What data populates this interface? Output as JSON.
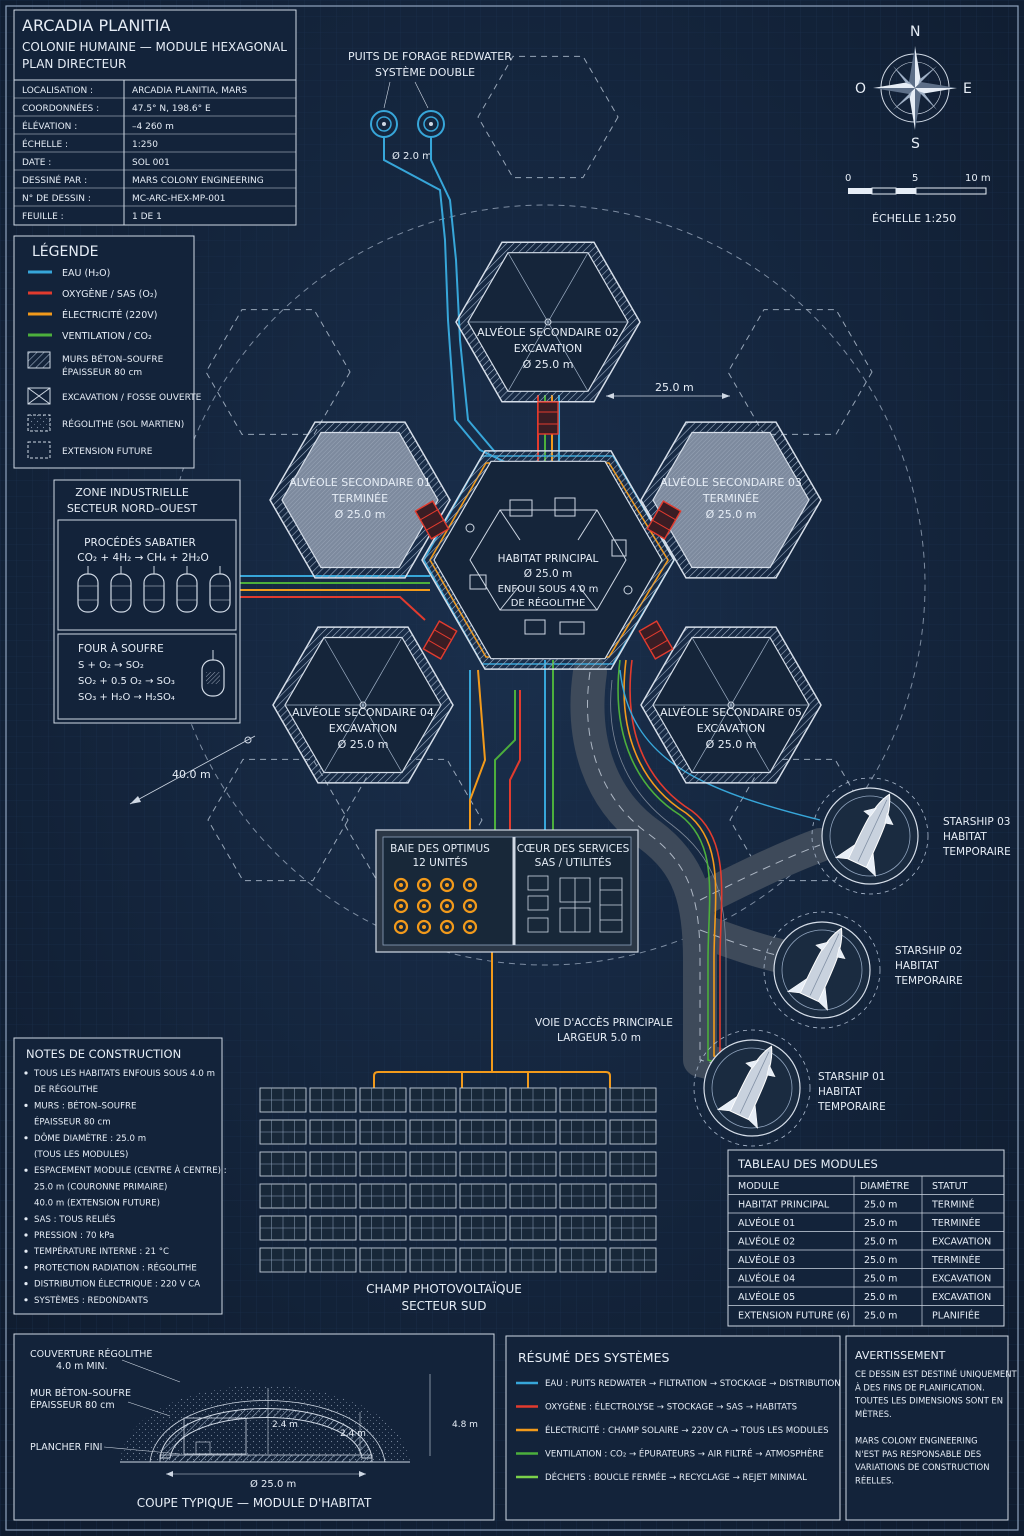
{
  "title_block": {
    "title": "ARCADIA PLANITIA",
    "subtitle1": "COLONIE HUMAINE — MODULE HEXAGONAL",
    "subtitle2": "PLAN DIRECTEUR",
    "rows": [
      {
        "label": "LOCALISATION :",
        "value": "ARCADIA PLANITIA, MARS"
      },
      {
        "label": "COORDONNÉES :",
        "value": "47.5° N, 198.6° E"
      },
      {
        "label": "ÉLÉVATION :",
        "value": "–4 260 m"
      },
      {
        "label": "ÉCHELLE :",
        "value": "1:250"
      },
      {
        "label": "DATE :",
        "value": "SOL 001"
      },
      {
        "label": "DESSINÉ PAR :",
        "value": "MARS COLONY ENGINEERING"
      },
      {
        "label": "N° DE DESSIN :",
        "value": "MC-ARC-HEX-MP-001"
      },
      {
        "label": "FEUILLE :",
        "value": "1 DE 1"
      }
    ]
  },
  "compass": {
    "n": "N",
    "s": "S",
    "e": "E",
    "w": "O"
  },
  "scale_bar": {
    "t0": "0",
    "t1": "5",
    "t2": "10 m",
    "label": "ÉCHELLE 1:250"
  },
  "legend": {
    "title": "LÉGENDE",
    "items": [
      {
        "label": "EAU (H₂O)",
        "color": "#37a6d9"
      },
      {
        "label": "OXYGÈNE / SAS (O₂)",
        "color": "#e23b2e"
      },
      {
        "label": "ÉLECTRICITÉ (220V)",
        "color": "#f29a1b"
      },
      {
        "label": "VENTILATION / CO₂",
        "color": "#4caf3c"
      }
    ],
    "walls1": "MURS BÉTON–SOUFRE",
    "walls2": "ÉPAISSEUR 80 cm",
    "excavation": "EXCAVATION / FOSSE OUVERTE",
    "regolith": "RÉGOLITHE (SOL MARTIEN)",
    "future": "EXTENSION FUTURE"
  },
  "wells": {
    "title1": "PUITS DE FORAGE REDWATER",
    "title2": "SYSTÈME DOUBLE",
    "diam": "Ø 2.0 m"
  },
  "modules": {
    "main": {
      "name": "HABITAT PRINCIPAL",
      "diam": "Ø 25.0 m",
      "l3": "ENFOUI SOUS 4.0 m",
      "l4": "DE RÉGOLITHE"
    },
    "a01": {
      "name": "ALVÉOLE SECONDAIRE 01",
      "status": "TERMINÉE",
      "diam": "Ø 25.0 m"
    },
    "a02": {
      "name": "ALVÉOLE SECONDAIRE 02",
      "status": "EXCAVATION",
      "diam": "Ø 25.0 m"
    },
    "a03": {
      "name": "ALVÉOLE SECONDAIRE 03",
      "status": "TERMINÉE",
      "diam": "Ø 25.0 m"
    },
    "a04": {
      "name": "ALVÉOLE SECONDAIRE 04",
      "status": "EXCAVATION",
      "diam": "Ø 25.0 m"
    },
    "a05": {
      "name": "ALVÉOLE SECONDAIRE 05",
      "status": "EXCAVATION",
      "diam": "Ø 25.0 m"
    }
  },
  "dims": {
    "spacing": "25.0 m",
    "extension": "40.0 m"
  },
  "industrial": {
    "title1": "ZONE INDUSTRIELLE",
    "title2": "SECTEUR NORD–OUEST",
    "sabatier": "PROCÉDÉS SABATIER",
    "sabatier_eq": "CO₂ + 4H₂ → CH₄ + 2H₂O",
    "furnace": "FOUR À SOUFRE",
    "eq1": "S + O₂ → SO₂",
    "eq2": "SO₂ + 0.5 O₂ → SO₃",
    "eq3": "SO₃ + H₂O → H₂SO₄"
  },
  "optimus": {
    "title": "BAIE DES OPTIMUS",
    "count": "12 UNITÉS"
  },
  "services": {
    "title": "CŒUR DES SERVICES",
    "sub": "SAS / UTILITÉS"
  },
  "road": {
    "l1": "VOIE D'ACCÈS PRINCIPALE",
    "l2": "LARGEUR 5.0 m"
  },
  "starships": [
    {
      "l1": "STARSHIP 03",
      "l2": "HABITAT",
      "l3": "TEMPORAIRE"
    },
    {
      "l1": "STARSHIP 02",
      "l2": "HABITAT",
      "l3": "TEMPORAIRE"
    },
    {
      "l1": "STARSHIP 01",
      "l2": "HABITAT",
      "l3": "TEMPORAIRE"
    }
  ],
  "solar": {
    "l1": "CHAMP PHOTOVOLTAÏQUE",
    "l2": "SECTEUR SUD"
  },
  "notes": {
    "title": "NOTES DE CONSTRUCTION",
    "lines": [
      {
        "bullet": true,
        "text": "TOUS LES HABITATS ENFOUIS SOUS 4.0 m"
      },
      {
        "bullet": false,
        "text": "DE RÉGOLITHE"
      },
      {
        "bullet": true,
        "text": "MURS : BÉTON–SOUFRE"
      },
      {
        "bullet": false,
        "text": "ÉPAISSEUR 80 cm"
      },
      {
        "bullet": true,
        "text": "DÔME DIAMÈTRE : 25.0 m"
      },
      {
        "bullet": false,
        "text": "(TOUS LES MODULES)"
      },
      {
        "bullet": true,
        "text": "ESPACEMENT MODULE (CENTRE À CENTRE) :"
      },
      {
        "bullet": false,
        "text": "25.0 m (COURONNE PRIMAIRE)"
      },
      {
        "bullet": false,
        "text": "40.0 m (EXTENSION FUTURE)"
      },
      {
        "bullet": true,
        "text": "SAS : TOUS RELIÉS"
      },
      {
        "bullet": true,
        "text": "PRESSION : 70 kPa"
      },
      {
        "bullet": true,
        "text": "TEMPÉRATURE INTERNE : 21 °C"
      },
      {
        "bullet": true,
        "text": "PROTECTION RADIATION : RÉGOLITHE"
      },
      {
        "bullet": true,
        "text": "DISTRIBUTION ÉLECTRIQUE : 220 V CA"
      },
      {
        "bullet": true,
        "text": "SYSTÈMES : REDONDANTS"
      }
    ]
  },
  "modules_table": {
    "title": "TABLEAU DES MODULES",
    "headers": [
      "MODULE",
      "DIAMÈTRE",
      "STATUT"
    ],
    "rows": [
      [
        "HABITAT PRINCIPAL",
        "25.0 m",
        "TERMINÉ"
      ],
      [
        "ALVÉOLE 01",
        "25.0 m",
        "TERMINÉE"
      ],
      [
        "ALVÉOLE 02",
        "25.0 m",
        "EXCAVATION"
      ],
      [
        "ALVÉOLE 03",
        "25.0 m",
        "TERMINÉE"
      ],
      [
        "ALVÉOLE 04",
        "25.0 m",
        "EXCAVATION"
      ],
      [
        "ALVÉOLE 05",
        "25.0 m",
        "EXCAVATION"
      ],
      [
        "EXTENSION FUTURE (6)",
        "25.0 m",
        "PLANIFIÉE"
      ]
    ]
  },
  "section": {
    "title": "COUPE TYPIQUE — MODULE D'HABITAT",
    "cover1": "COUVERTURE RÉGOLITHE",
    "cover2": "4.0 m MIN.",
    "wall1": "MUR BÉTON–SOUFRE",
    "wall2": "ÉPAISSEUR 80 cm",
    "floor": "PLANCHER FINI",
    "h1": "2.4 m",
    "h2": "2.4 m",
    "h3": "4.8 m",
    "width": "Ø 25.0 m"
  },
  "systems": {
    "title": "RÉSUMÉ DES SYSTÈMES",
    "items": [
      {
        "text": "EAU :   PUITS REDWATER → FILTRATION → STOCKAGE → DISTRIBUTION",
        "color": "#37a6d9"
      },
      {
        "text": "OXYGÈNE : ÉLECTROLYSE → STOCKAGE → SAS → HABITATS",
        "color": "#e23b2e"
      },
      {
        "text": "ÉLECTRICITÉ : CHAMP SOLAIRE → 220V CA → TOUS LES MODULES",
        "color": "#f29a1b"
      },
      {
        "text": "VENTILATION : CO₂ → ÉPURATEURS → AIR FILTRÉ → ATMOSPHÈRE",
        "color": "#4caf3c"
      },
      {
        "text": "DÉCHETS : BOUCLE FERMÉE → RECYCLAGE → REJET MINIMAL",
        "color": "#7bd14a"
      }
    ]
  },
  "warning": {
    "title": "AVERTISSEMENT",
    "lines": [
      "CE DESSIN EST DESTINÉ UNIQUEMENT",
      "À DES FINS DE PLANIFICATION.",
      "TOUTES LES DIMENSIONS SONT EN",
      "MÈTRES.",
      "",
      "MARS COLONY ENGINEERING",
      "N'EST PAS RESPONSABLE DES",
      "VARIATIONS DE CONSTRUCTION",
      "RÉELLES."
    ]
  }
}
